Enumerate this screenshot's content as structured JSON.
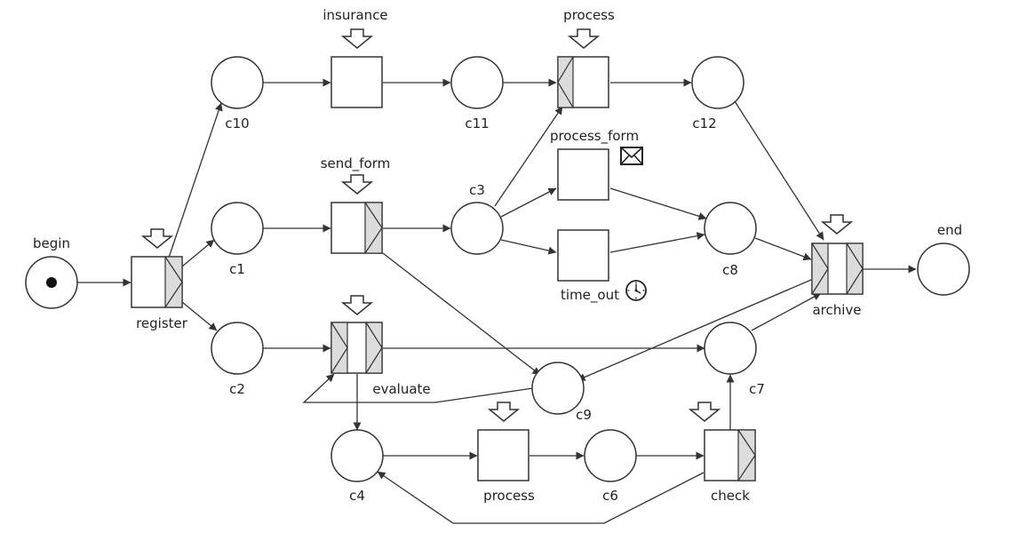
{
  "places": {
    "begin": "begin",
    "c1": "c1",
    "c2": "c2",
    "c3": "c3",
    "c4": "c4",
    "c6": "c6",
    "c7": "c7",
    "c8": "c8",
    "c9": "c9",
    "c10": "c10",
    "c11": "c11",
    "c12": "c12",
    "end": "end"
  },
  "transitions": {
    "register": "register",
    "insurance": "insurance",
    "process_top": "process",
    "send_form": "send_form",
    "process_form": "process_form",
    "time_out": "time_out",
    "evaluate": "evaluate",
    "process_bottom": "process",
    "check": "check",
    "archive": "archive"
  },
  "markers": {
    "token_place": "begin",
    "trigger_icon": "user-trigger-arrow",
    "message_icon": "envelope-icon",
    "time_icon": "clock-icon"
  }
}
